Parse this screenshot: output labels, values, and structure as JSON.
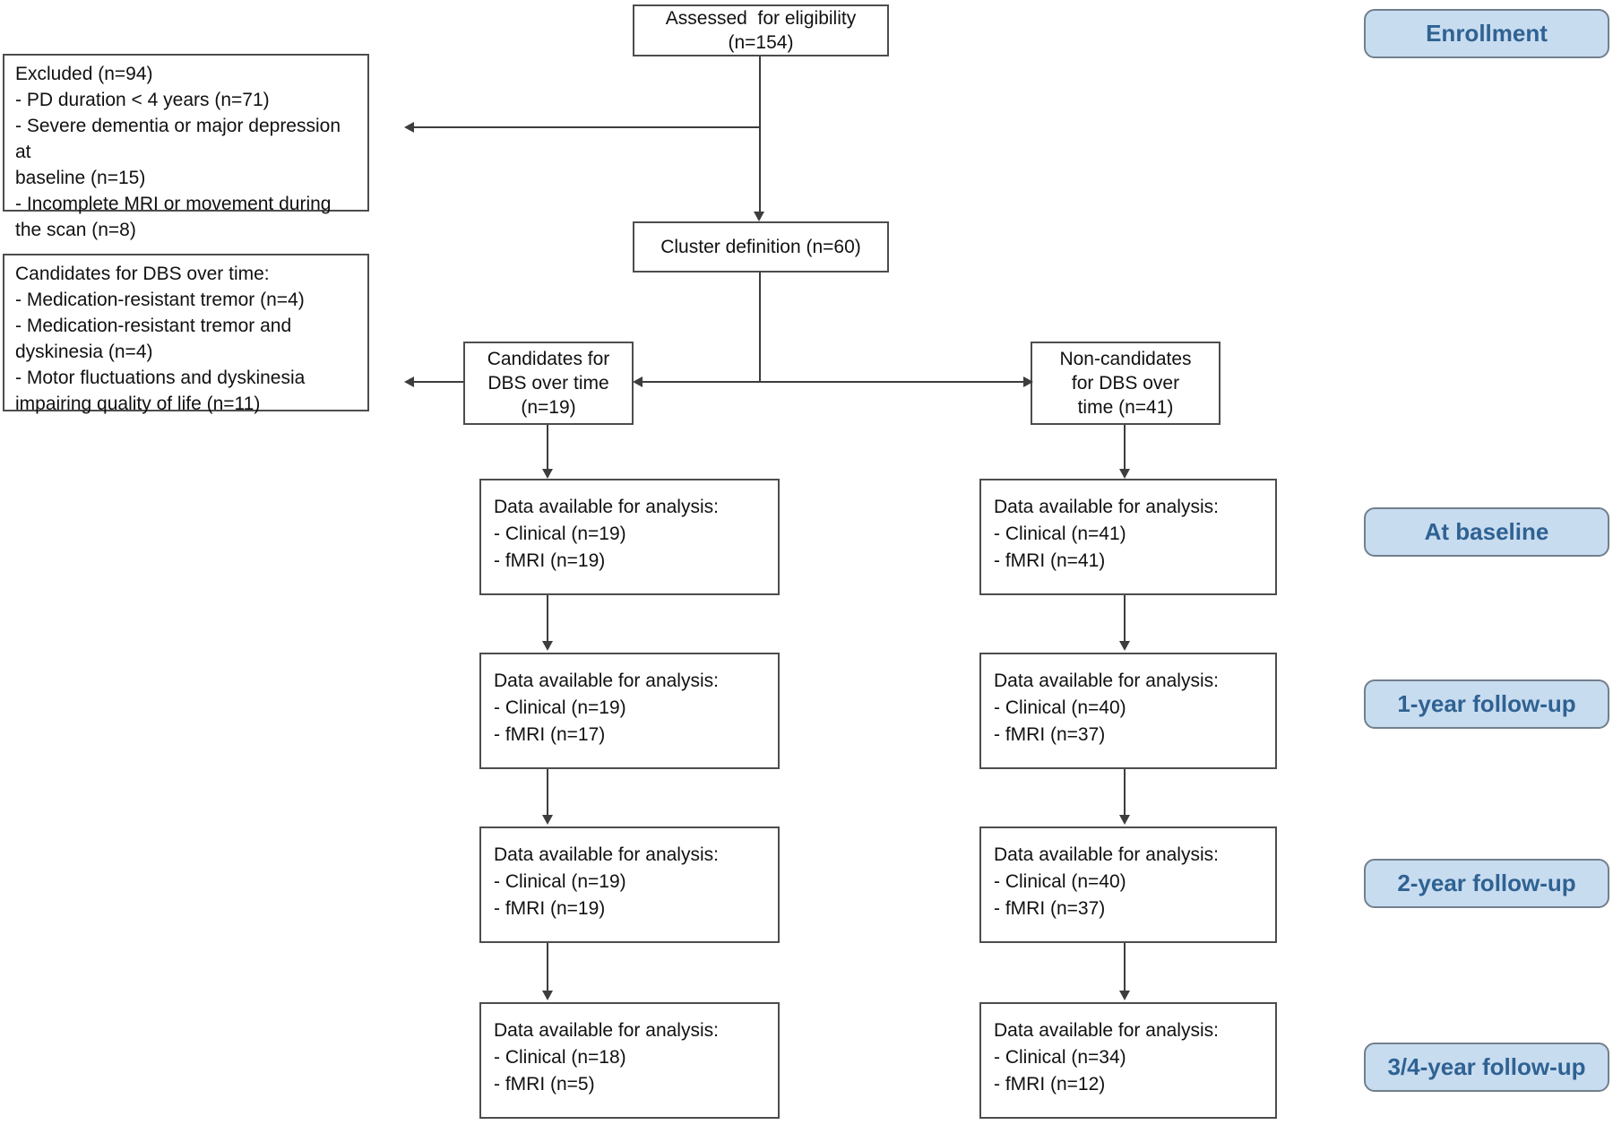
{
  "nodes": {
    "assessed": "Assessed  for eligibility\n(n=154)",
    "excluded": "Excluded (n=94)\n- PD duration < 4 years (n=71)\n- Severe dementia or major depression at\nbaseline (n=15)\n- Incomplete MRI or movement during\nthe scan (n=8)",
    "cluster": "Cluster definition (n=60)",
    "dbs_candidates_criteria": "Candidates for DBS over time:\n- Medication-resistant tremor (n=4)\n- Medication-resistant tremor and\ndyskinesia (n=4)\n- Motor fluctuations and dyskinesia\nimpairing quality of life (n=11)",
    "candidates": "Candidates for\nDBS over time\n(n=19)",
    "non_candidates": "Non-candidates\nfor DBS over\ntime (n=41)"
  },
  "left_column": {
    "data_boxes": [
      "Data available for analysis:\n- Clinical (n=19)\n- fMRI (n=19)",
      "Data available for analysis:\n- Clinical (n=19)\n- fMRI (n=17)",
      "Data available for analysis:\n- Clinical (n=19)\n- fMRI (n=19)",
      "Data available for analysis:\n- Clinical (n=18)\n- fMRI (n=5)"
    ]
  },
  "right_column": {
    "data_boxes": [
      "Data available for analysis:\n- Clinical (n=41)\n- fMRI (n=41)",
      "Data available for analysis:\n- Clinical (n=40)\n- fMRI (n=37)",
      "Data available for analysis:\n- Clinical (n=40)\n- fMRI (n=37)",
      "Data available for analysis:\n- Clinical (n=34)\n- fMRI (n=12)"
    ]
  },
  "stages": {
    "enrollment": "Enrollment",
    "baseline": "At baseline",
    "year1": "1-year follow-up",
    "year2": "2-year follow-up",
    "year34": "3/4-year follow-up"
  },
  "colors": {
    "stage_fill": "#c8dcf0",
    "stage_text": "#2f6292",
    "stage_border": "#727f8c",
    "box_border": "#4d4d4d",
    "connector": "#3d3d3d"
  }
}
